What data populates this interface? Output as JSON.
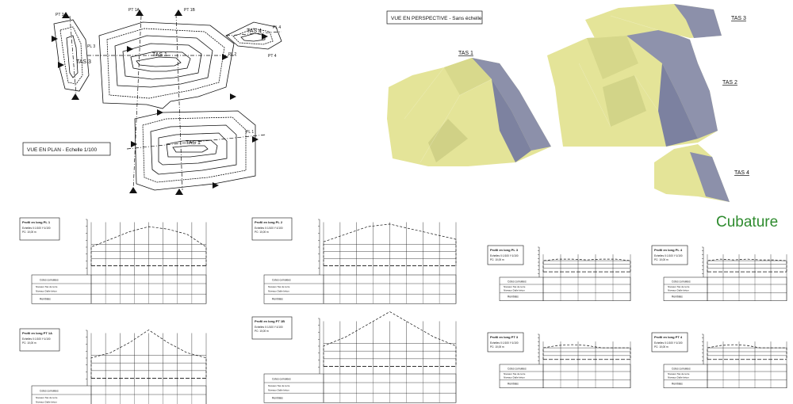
{
  "page_title": "Cubature",
  "plan": {
    "caption": "VUE EN PLAN - Echelle 1/100",
    "labels": {
      "tas1_top": "TAS 1",
      "tas1_bottom": "TAS 1",
      "tas3": "TAS 3",
      "tas4": "TAS 4",
      "pl1": "PL 1",
      "pl2": "PL 2",
      "pl3": "PL 3",
      "pl4": "PL 4",
      "pt1a": "PT 1A",
      "pt1b": "PT 1B",
      "pt3": "PT 3",
      "pt4": "PT 4"
    }
  },
  "perspective": {
    "caption": "VUE EN PERSPECTIVE - Sans échelle",
    "labels": {
      "tas1": "TAS 1",
      "tas2": "TAS 2",
      "tas3": "TAS 3",
      "tas4": "TAS 4"
    },
    "colors": {
      "sun": "#ecec9e",
      "mid": "#d6d88c",
      "shade": "#8f93ac",
      "dark": "#7c81a0"
    }
  },
  "profile_rows": {
    "cotes": "Cotes cumulées",
    "terrain": "Niveaux Tas de terre",
    "ref": "Niveaux Dalle béton",
    "remblai": "Remblais"
  },
  "profiles": [
    {
      "title": "Profil en long PL 1",
      "scale": "Echelles X:1/100  Y:1/100",
      "pc": "PC: 10,00 m"
    },
    {
      "title": "Profil en long PL 2",
      "scale": "Echelles X:1/100  Y:1/100",
      "pc": "PC: 10,00 m"
    },
    {
      "title": "Profil en long PL 3",
      "scale": "Echelles X:1/100  Y:1/100",
      "pc": "PC: 10,00 m"
    },
    {
      "title": "Profil en long PL 4",
      "scale": "Echelles X:1/100  Y:1/100",
      "pc": "PC: 10,00 m"
    },
    {
      "title": "Profil en long PT 1A",
      "scale": "Echelles X:1/100  Y:1/100",
      "pc": "PC: 10,00 m"
    },
    {
      "title": "Profil en long PT 1B",
      "scale": "Echelles X:1/100  Y:1/100",
      "pc": "PC: 10,00 m"
    },
    {
      "title": "Profil en long PT 3",
      "scale": "Echelles X:1/100  Y:1/100",
      "pc": "PC: 10,00 m"
    },
    {
      "title": "Profil en long PT 4",
      "scale": "Echelles X:1/100  Y:1/100",
      "pc": "PC: 10,00 m"
    }
  ]
}
